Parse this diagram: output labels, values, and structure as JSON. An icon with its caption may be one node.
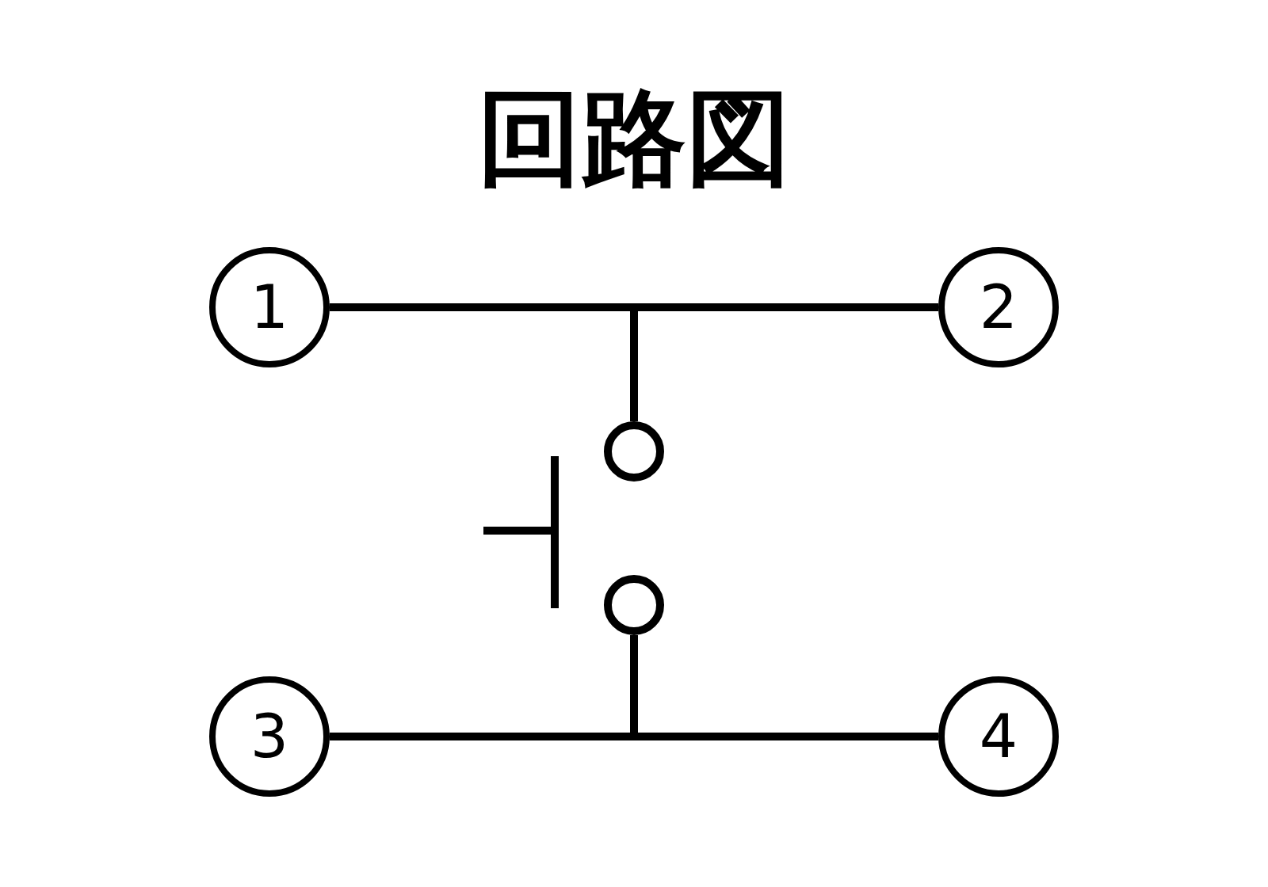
{
  "diagram": {
    "title": "回路図",
    "nodes": [
      {
        "text": [
          "1"
        ]
      },
      {
        "text": [
          "2"
        ]
      },
      {
        "text": [
          "3"
        ]
      },
      {
        "text": [
          "4"
        ]
      },
      {
        "text": [],
        "shape": "circle"
      },
      {
        "text": [],
        "shape": "circle"
      }
    ],
    "edges": [
      {
        "from": 0,
        "to": 1,
        "arrow": "none"
      },
      {
        "from": 0,
        "to": 4,
        "arrow": "none"
      },
      {
        "from": 1,
        "to": 4,
        "arrow": "none"
      },
      {
        "from": 2,
        "to": 3,
        "arrow": "none"
      },
      {
        "from": 2,
        "to": 5,
        "arrow": "none"
      },
      {
        "from": 3,
        "to": 5,
        "arrow": "none"
      }
    ]
  }
}
